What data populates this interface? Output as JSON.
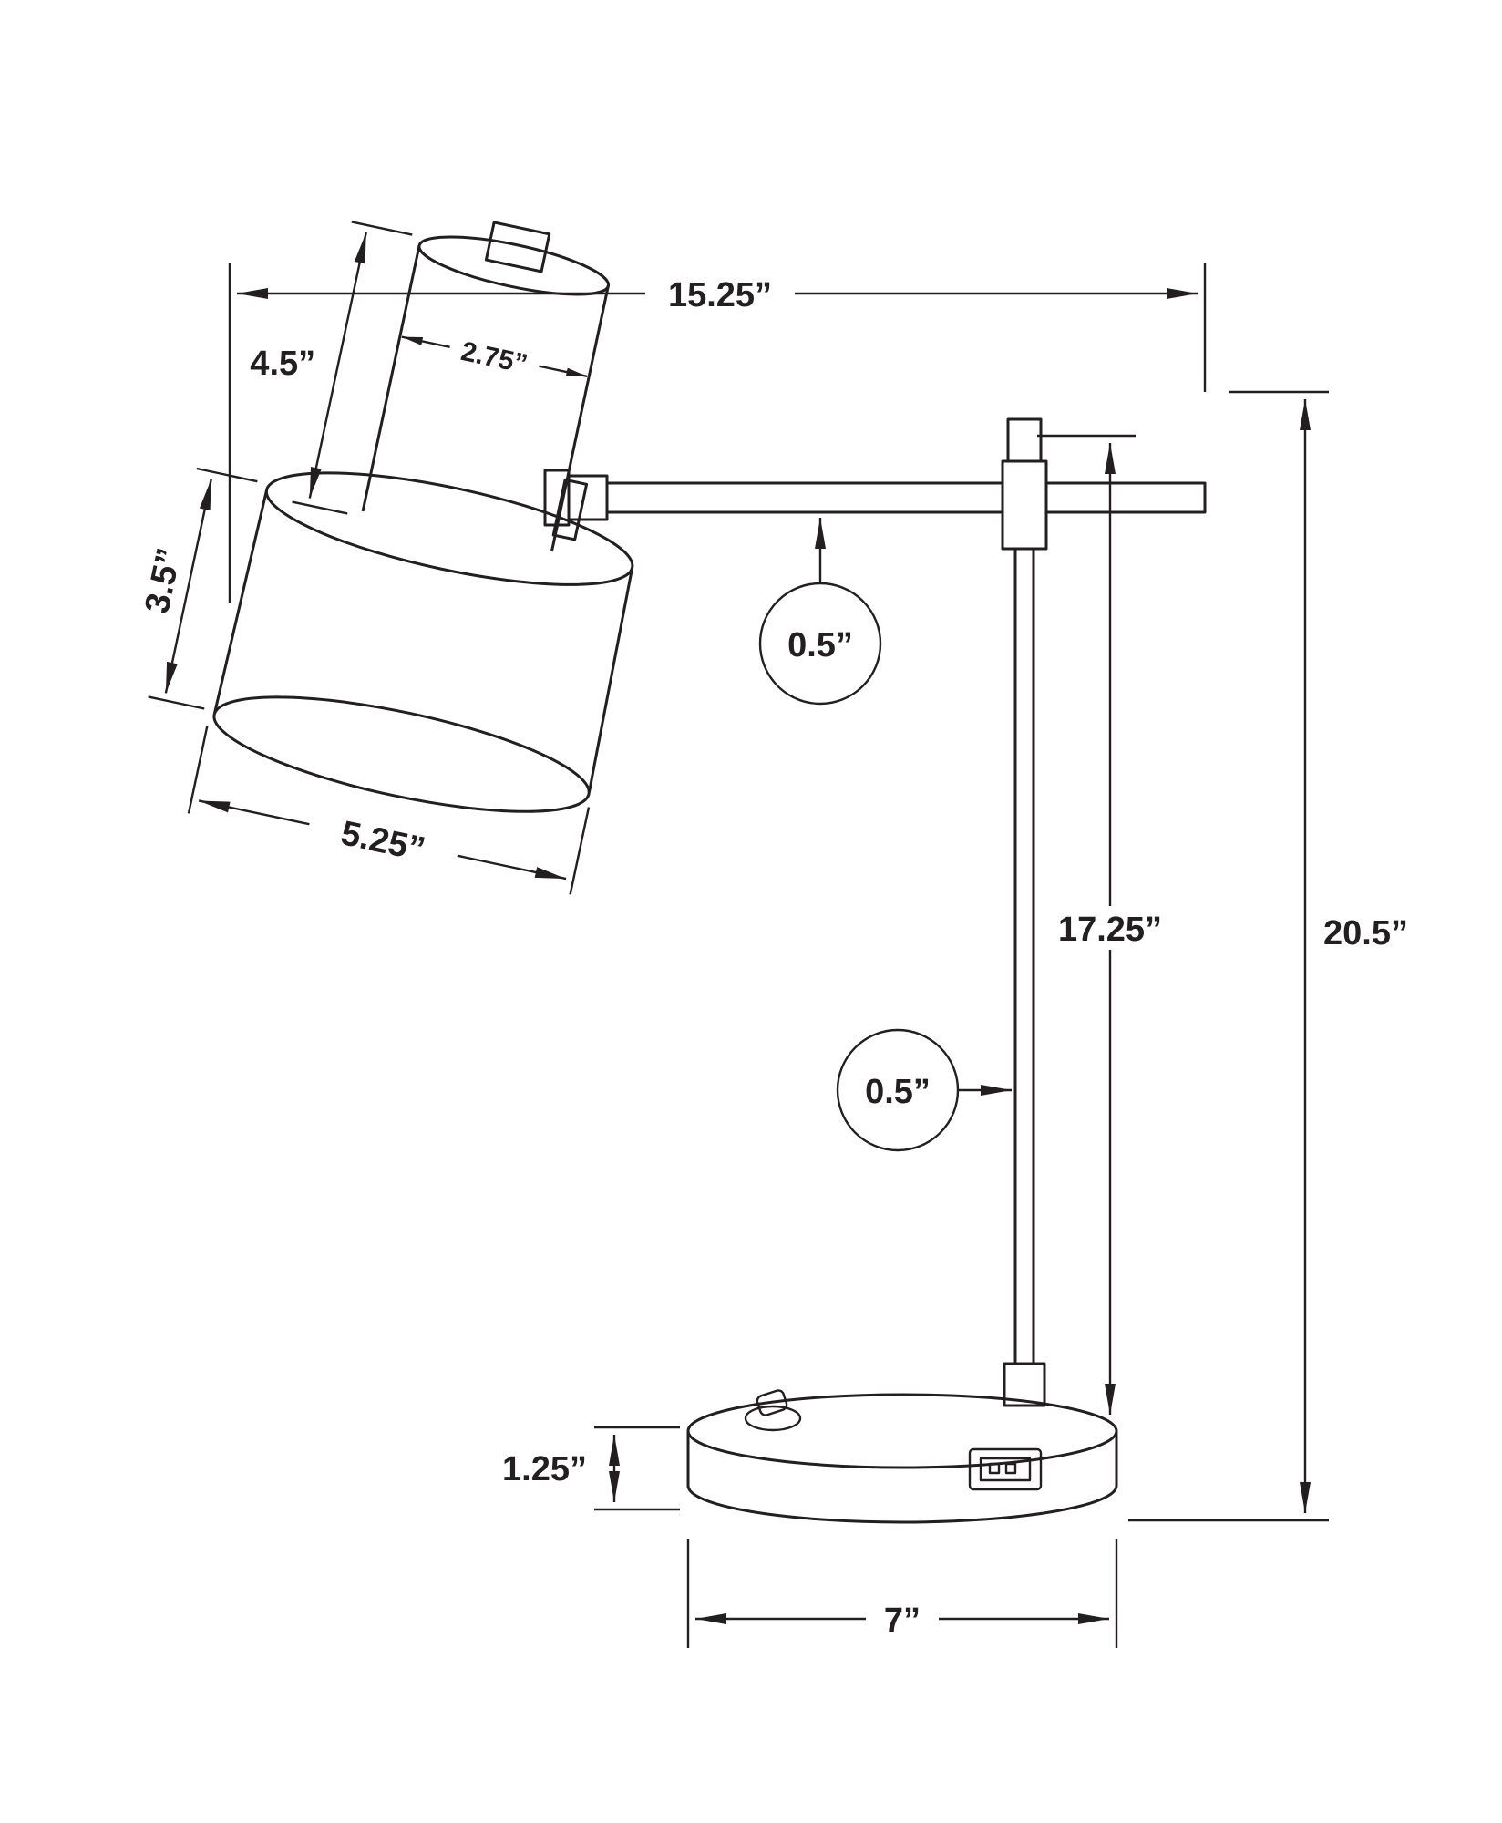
{
  "meta": {
    "description": "Technical dimension line drawing of a desk task lamp with USB port",
    "ink_color": "#231f20",
    "background_color": "#ffffff"
  },
  "dimensions": {
    "overall_width": "15.25”",
    "overall_height": "20.5”",
    "pole_height": "17.25”",
    "head_height": "4.5”",
    "head_diameter": "2.75”",
    "shade_height": "3.5”",
    "shade_diameter": "5.25”",
    "arm_thickness": "0.5”",
    "pole_thickness": "0.5”",
    "base_thickness": "1.25”",
    "base_diameter": "7”"
  },
  "icons": {
    "usb_port": "usb-a-port",
    "power_switch": "rocker-switch"
  }
}
